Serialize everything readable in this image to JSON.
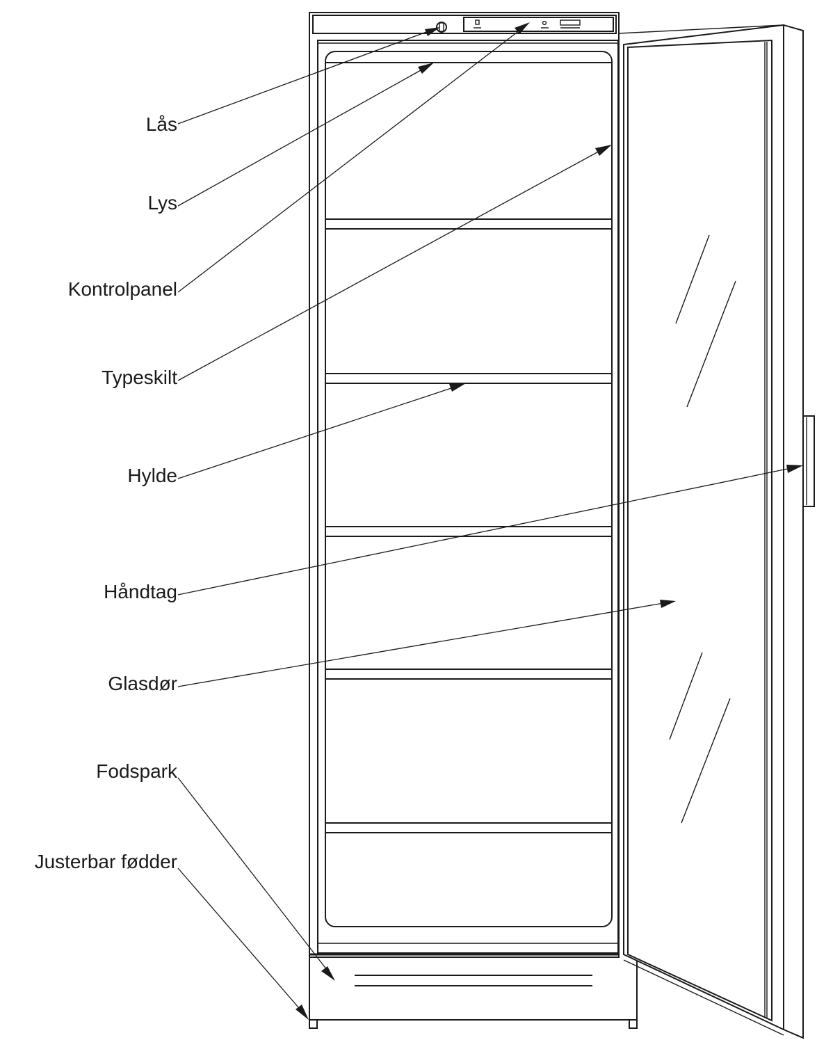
{
  "labels": {
    "lock": "Lås",
    "light": "Lys",
    "control_panel": "Kontrolpanel",
    "type_plate": "Typeskilt",
    "shelf": "Hylde",
    "handle": "Håndtag",
    "glass_door": "Glasdør",
    "kick_plate": "Fodspark",
    "adjustable_feet": "Justerbar fødder"
  },
  "colors": {
    "line": "#1a1a1a",
    "background": "#ffffff"
  }
}
